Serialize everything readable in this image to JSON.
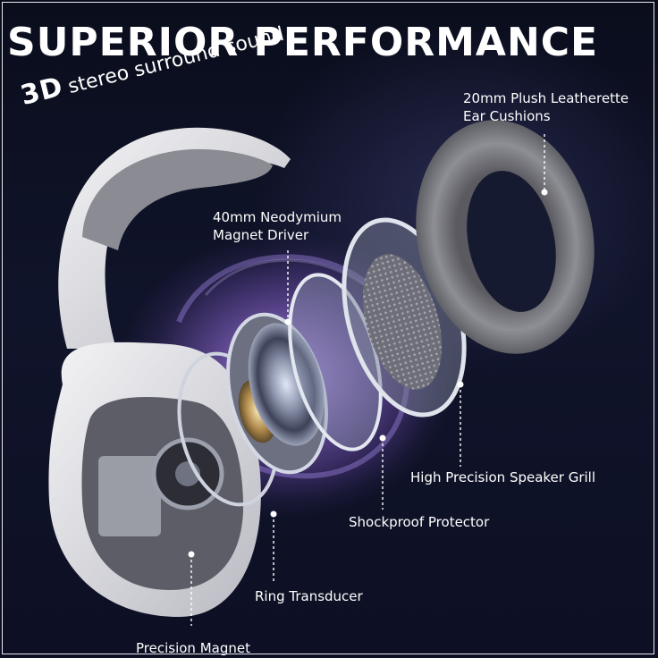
{
  "headline": "SUPERIOR PERFORMANCE",
  "tagline": {
    "emphasis": "3D",
    "rest": "stereo surround sound"
  },
  "callouts": {
    "ear_cushions": [
      "20mm Plush Leatherette",
      "Ear Cushions"
    ],
    "driver": [
      "40mm Neodymium",
      "Magnet Driver"
    ],
    "speaker_grill": "High Precision Speaker Grill",
    "shockproof": "Shockproof Protector",
    "ring_transducer": "Ring Transducer",
    "precision_magnet": "Precision Magnet"
  },
  "colors": {
    "background": "#0b0f1f",
    "headphone_shell": "#e6e6ea",
    "cushion": "#8a8a90",
    "glow": "#7a4cc8",
    "text": "#ffffff"
  }
}
